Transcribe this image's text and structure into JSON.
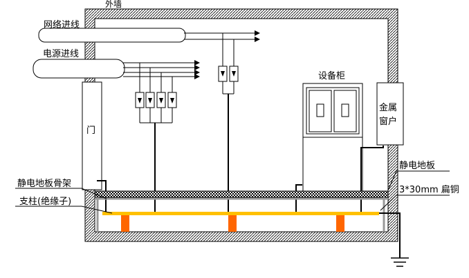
{
  "labels": {
    "corner": "",
    "outer_wall": "外墙",
    "network_line": "网络进线",
    "power_line": "电源进线",
    "cabinet": "设备柜",
    "metal_window_1": "金属",
    "metal_window_2": "窗户",
    "door": "门",
    "antistatic_floor": "静电地板",
    "flat_copper": "3*30mm 扁铜",
    "floor_frame": "静电地板骨架",
    "pillar": "支柱(绝缘子)"
  },
  "colors": {
    "copper_bus": "#ffc000",
    "pillar": "#ff6600",
    "wall_hatch": "#000000",
    "frame_rail": "#999999"
  }
}
